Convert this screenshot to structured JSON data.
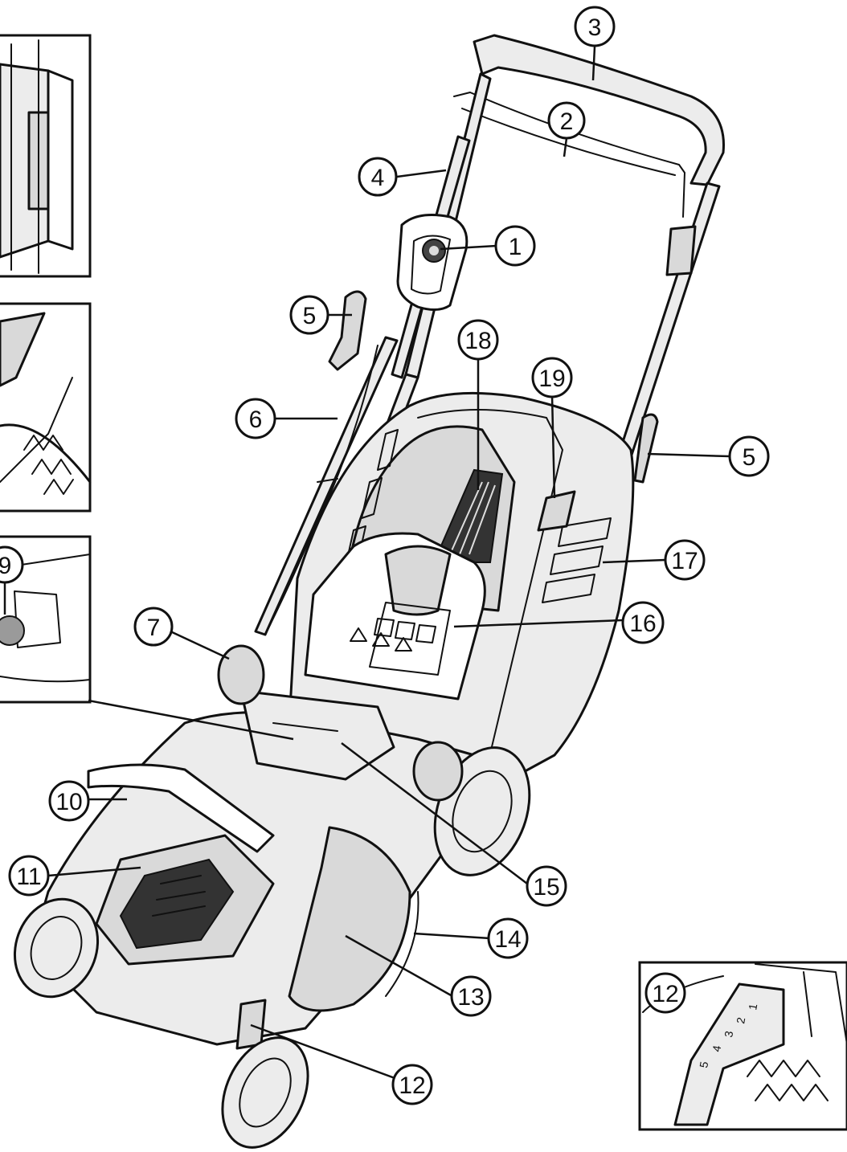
{
  "diagram": {
    "callouts": [
      {
        "id": "c1",
        "label": "1"
      },
      {
        "id": "c2",
        "label": "2"
      },
      {
        "id": "c3",
        "label": "3"
      },
      {
        "id": "c4",
        "label": "4"
      },
      {
        "id": "c5a",
        "label": "5"
      },
      {
        "id": "c5b",
        "label": "5"
      },
      {
        "id": "c6",
        "label": "6"
      },
      {
        "id": "c7",
        "label": "7"
      },
      {
        "id": "c9",
        "label": "9"
      },
      {
        "id": "c10",
        "label": "10"
      },
      {
        "id": "c11",
        "label": "11"
      },
      {
        "id": "c12a",
        "label": "12"
      },
      {
        "id": "c12b",
        "label": "12"
      },
      {
        "id": "c13",
        "label": "13"
      },
      {
        "id": "c14",
        "label": "14"
      },
      {
        "id": "c15",
        "label": "15"
      },
      {
        "id": "c16",
        "label": "16"
      },
      {
        "id": "c17",
        "label": "17"
      },
      {
        "id": "c18",
        "label": "18"
      },
      {
        "id": "c19",
        "label": "19"
      }
    ],
    "height_scale_marks": [
      "1",
      "2",
      "3",
      "4",
      "5"
    ]
  }
}
